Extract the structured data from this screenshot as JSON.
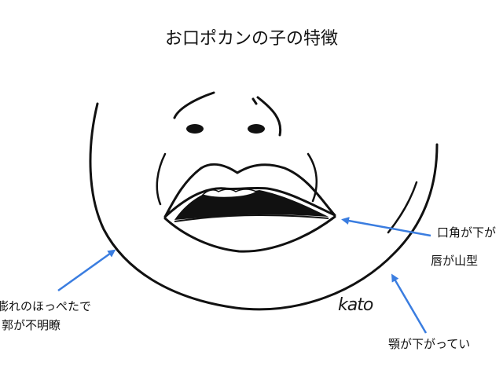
{
  "title": "お口ポカンの子の特徴",
  "signature": "kato",
  "labels": {
    "mouth_corner_line1": "口角が下が",
    "mouth_corner_line2": "唇が山型",
    "cheek_line1": "膨れのほっぺたで",
    "cheek_line2": "郭が不明瞭",
    "jaw_line1": "顎が下がってい"
  },
  "colors": {
    "ink": "#111111",
    "arrow": "#3a7de0",
    "background": "#ffffff"
  },
  "icons": [
    "arrow-icon"
  ]
}
